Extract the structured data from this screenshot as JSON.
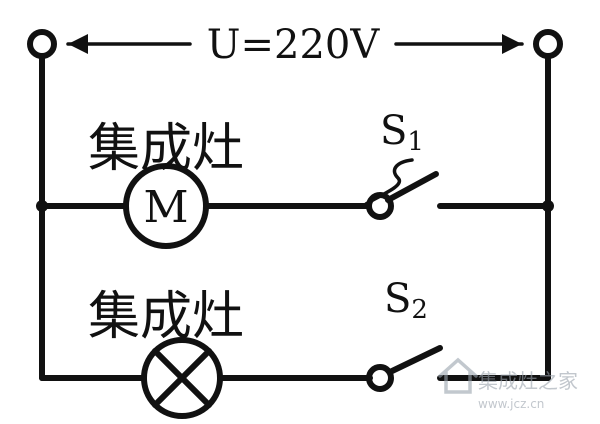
{
  "voltage_label": "U=220V",
  "branches": [
    {
      "label": "集成灶",
      "component": "motor",
      "symbol": "M",
      "switch": {
        "name": "S",
        "sub": "1"
      }
    },
    {
      "label": "集成灶",
      "component": "lamp",
      "symbol": "",
      "switch": {
        "name": "S",
        "sub": "2"
      }
    }
  ],
  "watermark": {
    "text": "集成灶之家",
    "url": "www.jcz.cn"
  },
  "colors": {
    "ink": "#111111",
    "background": "#ffffff",
    "watermark": "#9aa3ad"
  }
}
